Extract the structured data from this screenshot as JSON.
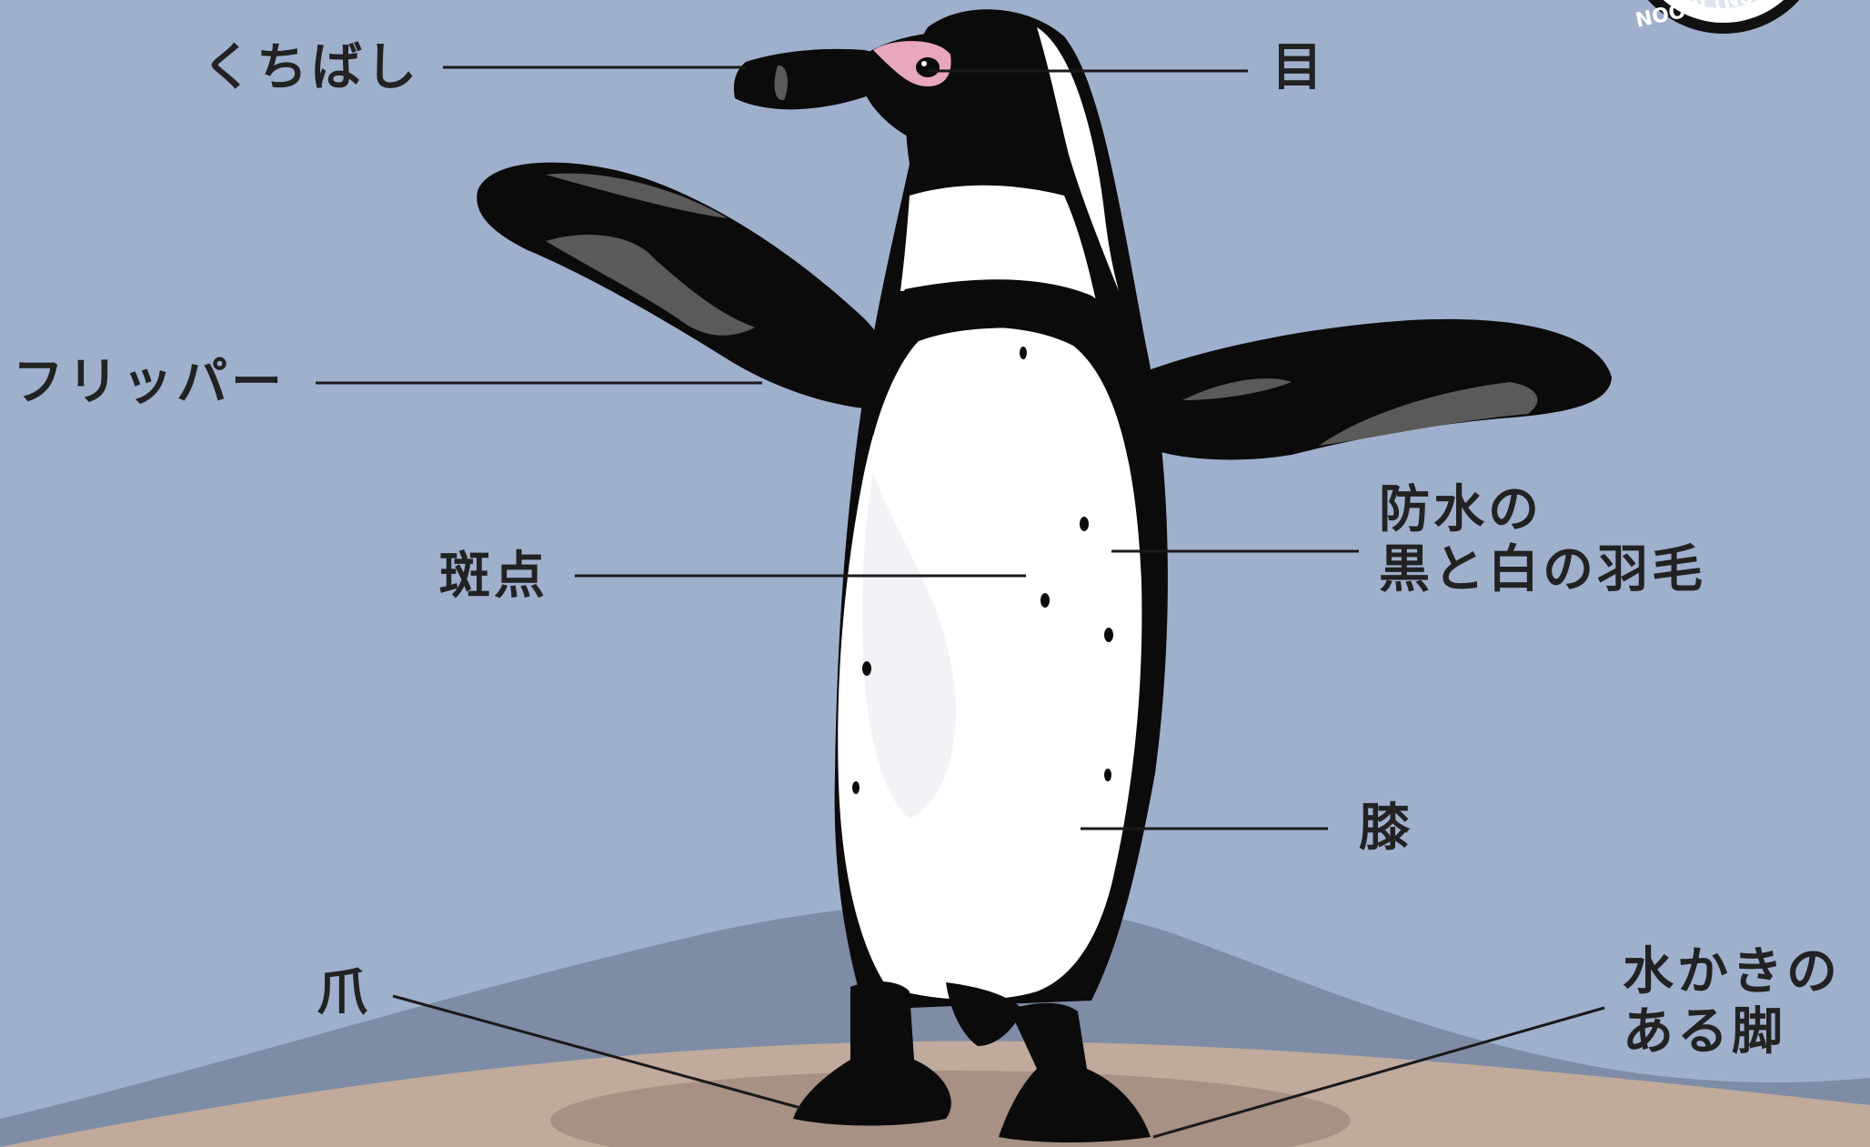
{
  "labels": {
    "beak": "くちばし",
    "eye": "目",
    "flipper": "フリッパー",
    "spots": "斑点",
    "plumage_line1": "防水の",
    "plumage_line2": "黒と白の羽毛",
    "knee": "膝",
    "claw": "爪",
    "feet_line1": "水かきの",
    "feet_line2": "ある脚"
  },
  "badge": {
    "text": "NOOW (Not On"
  },
  "colors": {
    "background": "#9fb0cd",
    "hill": "#7e8ca6",
    "ground": "#bfaa9c",
    "shadow": "#a69184",
    "black": "#0b0b0b",
    "dark_gray": "#5a5a5a",
    "white": "#ffffff",
    "pink": "#e8a7bf",
    "label_text": "#222222",
    "leader_line": "#1a1a1a"
  }
}
